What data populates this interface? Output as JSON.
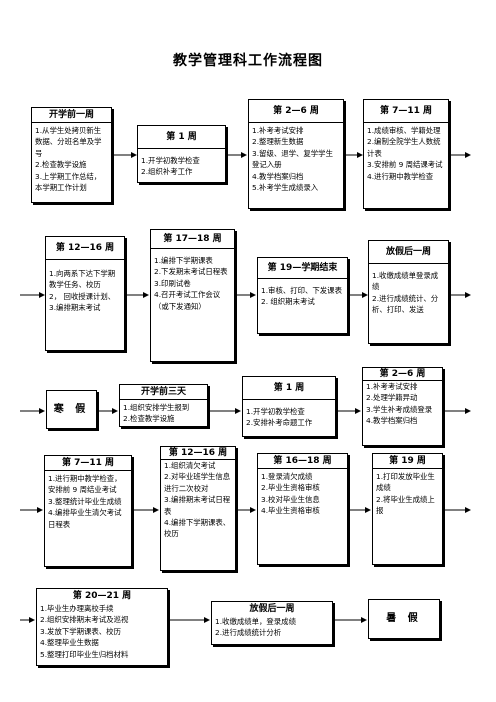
{
  "title": "教学管理科工作流程图",
  "boxes": [
    {
      "id": "b1",
      "header": "开学前一周",
      "items": [
        "1.从学生处拷贝新生数据、分班名单及学号",
        "2.检查教学设施",
        "3.上学期工作总结，本学期工作计划"
      ]
    },
    {
      "id": "b2",
      "header": "第 1 周",
      "items": [
        "1.开学初教学检查",
        "2.组织补考工作"
      ]
    },
    {
      "id": "b3",
      "header": "第 2—6 周",
      "items": [
        "1.补考考试安排",
        "2.整理新生数据",
        "3.留级、退学、复学学生登记入册",
        "4.教学档案归档",
        "5.补考学生成绩录入"
      ]
    },
    {
      "id": "b4",
      "header": "第 7—11 周",
      "items": [
        "1.成绩审核、学籍处理",
        "2.编制全院学生人数统计表",
        "3.安排前 9 周结课考试",
        "4.进行期中教学检查"
      ]
    },
    {
      "id": "b5",
      "header": "第 12—16 周",
      "items": [
        "1.向两系下达下学期教学任务、校历",
        "2， 回收授课计划、",
        "3.编排期末考试"
      ]
    },
    {
      "id": "b6",
      "header": "第 17—18 周",
      "items": [
        "1.编排下学期课表",
        "2.下发期末考试日程表",
        "3.印刷试卷",
        "4.召开考试工作会议（或下发通知）"
      ]
    },
    {
      "id": "b7",
      "header": "第 19—学期结束",
      "items": [
        "1.审核、打印、下发课表",
        "2. 组织期末考试"
      ]
    },
    {
      "id": "b8",
      "header": "放假后一周",
      "items": [
        "1.收缴成绩单登录成绩",
        "2.进行成绩统计、分析、打印、发送"
      ]
    },
    {
      "id": "b9",
      "header": "寒 假",
      "items": []
    },
    {
      "id": "b10",
      "header": "开学前三天",
      "items": [
        "1.组织安排学生报到",
        "2.检查教学设施"
      ]
    },
    {
      "id": "b11",
      "header": "第 1 周",
      "items": [
        "1.开学初教学检查",
        "2.安排补考命题工作"
      ]
    },
    {
      "id": "b12",
      "header": "第 2—6 周",
      "items": [
        "1.补考考试安排",
        "2.处理学籍异动",
        "3.学生补考成绩登录",
        "4.教学档案归档"
      ]
    },
    {
      "id": "b13",
      "header": "第 7—11 周",
      "items": [
        "1.进行期中教学检查，安排前 9 周结业考试",
        "3.整理统计毕业生成绩",
        "4.编排毕业生清欠考试日程表"
      ]
    },
    {
      "id": "b14",
      "header": "第 12—16 周",
      "items": [
        "1.组织清欠考试",
        "2.对毕业班学生信息进行二次校对",
        "3.编排期末考试日程表",
        "4.编排下学期课表、校历"
      ]
    },
    {
      "id": "b15",
      "header": "第 16—18 周",
      "items": [
        "1.登录清欠成绩",
        "2.毕业生资格审核",
        "3.校对毕业生信息",
        "4.毕业生资格审核"
      ]
    },
    {
      "id": "b16",
      "header": "第 19 周",
      "items": [
        "1.打印发放毕业生成绩",
        "2.将毕业生成绩上报"
      ]
    },
    {
      "id": "b17",
      "header": "第 20—21 周",
      "items": [
        "1.毕业生办理离校手续",
        "2.组织安排期末考试及巡视",
        "3.发放下学期课表、校历",
        "4.整理毕业生数据",
        "5.整理打印毕业生归档材料"
      ]
    },
    {
      "id": "b18",
      "header": "放假后一周",
      "items": [
        "1.收缴成绩单，登录成绩",
        "2.进行成绩统计分析"
      ]
    },
    {
      "id": "b19",
      "header": "暑 假",
      "items": []
    }
  ]
}
